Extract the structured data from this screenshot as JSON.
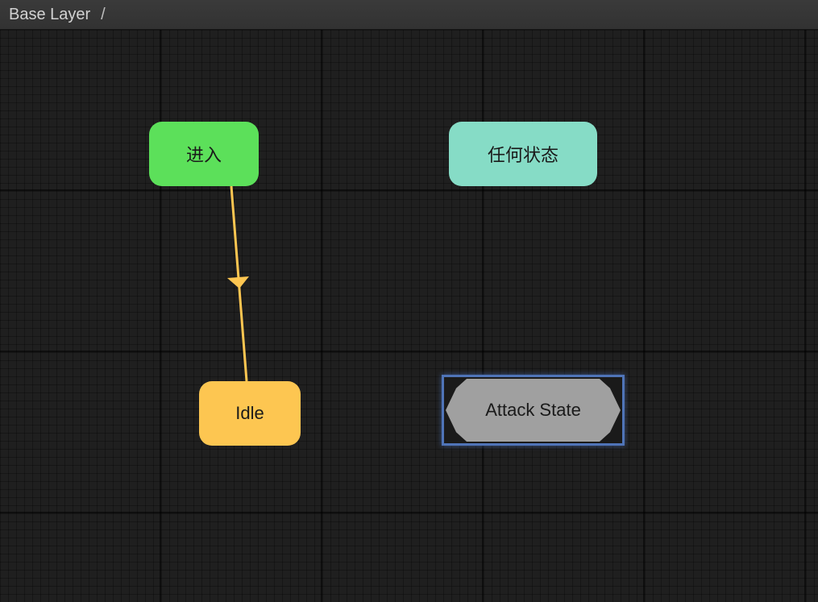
{
  "breadcrumb": {
    "layer": "Base Layer",
    "separator": "/"
  },
  "nodes": {
    "entry": {
      "label": "进入",
      "color": "#5ce05a"
    },
    "any_state": {
      "label": "任何状态",
      "color": "#86dcc6"
    },
    "idle": {
      "label": "Idle",
      "color": "#fdc651"
    },
    "attack": {
      "label": "Attack State",
      "color": "#a0a0a0",
      "selected": true
    }
  },
  "transitions": [
    {
      "from": "entry",
      "to": "idle",
      "color": "#fdc651"
    }
  ],
  "colors": {
    "selection": "#4f74b8",
    "canvas": "#1f1f1f"
  }
}
